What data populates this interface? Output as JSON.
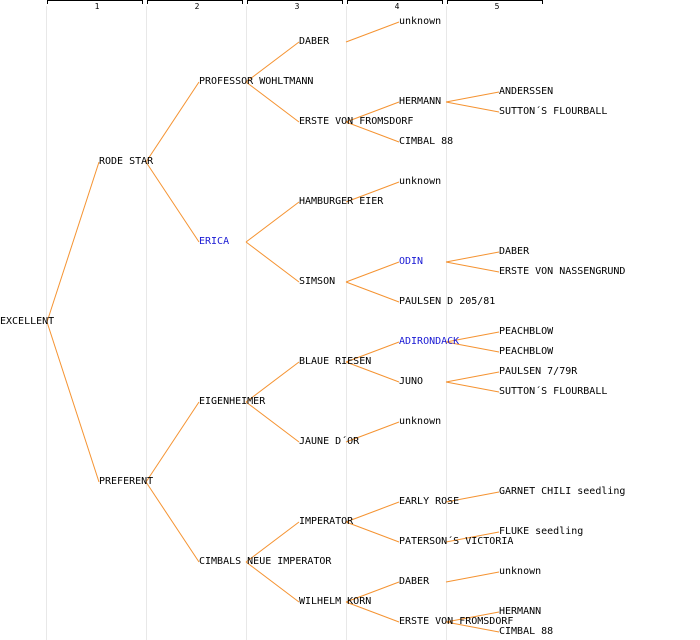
{
  "columns": [
    "1",
    "2",
    "3",
    "4",
    "5"
  ],
  "tree": {
    "name": "EXCELLENT",
    "children": [
      {
        "name": "RODE STAR",
        "children": [
          {
            "name": "PROFESSOR WOHLTMANN",
            "children": [
              {
                "name": "DABER",
                "children": [
                  {
                    "name": "unknown"
                  }
                ]
              },
              {
                "name": "ERSTE VON FROMSDORF",
                "children": [
                  {
                    "name": "HERMANN",
                    "children": [
                      {
                        "name": "ANDERSSEN"
                      },
                      {
                        "name": "SUTTON´S FLOURBALL"
                      }
                    ]
                  },
                  {
                    "name": "CIMBAL 88"
                  }
                ]
              }
            ]
          },
          {
            "name": "ERICA",
            "highlight": true,
            "children": [
              {
                "name": "HAMBURGER EIER",
                "children": [
                  {
                    "name": "unknown"
                  }
                ]
              },
              {
                "name": "SIMSON",
                "children": [
                  {
                    "name": "ODIN",
                    "highlight": true,
                    "children": [
                      {
                        "name": "DABER"
                      },
                      {
                        "name": "ERSTE VON NASSENGRUND"
                      }
                    ]
                  },
                  {
                    "name": "PAULSEN D 205/81"
                  }
                ]
              }
            ]
          }
        ]
      },
      {
        "name": "PREFERENT",
        "children": [
          {
            "name": "EIGENHEIMER",
            "children": [
              {
                "name": "BLAUE RIESEN",
                "children": [
                  {
                    "name": "ADIRONDACK",
                    "highlight": true,
                    "children": [
                      {
                        "name": "PEACHBLOW"
                      },
                      {
                        "name": "PEACHBLOW"
                      }
                    ]
                  },
                  {
                    "name": "JUNO",
                    "children": [
                      {
                        "name": "PAULSEN 7/79R"
                      },
                      {
                        "name": "SUTTON´S FLOURBALL"
                      }
                    ]
                  }
                ]
              },
              {
                "name": "JAUNE D´OR",
                "children": [
                  {
                    "name": "unknown"
                  }
                ]
              }
            ]
          },
          {
            "name": "CIMBALS NEUE IMPERATOR",
            "children": [
              {
                "name": "IMPERATOR",
                "children": [
                  {
                    "name": "EARLY ROSE",
                    "children": [
                      {
                        "name": "GARNET CHILI seedling"
                      }
                    ]
                  },
                  {
                    "name": "PATERSON´S VICTORIA",
                    "children": [
                      {
                        "name": "FLUKE seedling"
                      }
                    ]
                  }
                ]
              },
              {
                "name": "WILHELM KORN",
                "children": [
                  {
                    "name": "DABER",
                    "children": [
                      {
                        "name": "unknown"
                      }
                    ]
                  },
                  {
                    "name": "ERSTE VON FROMSDORF",
                    "children": [
                      {
                        "name": "HERMANN"
                      },
                      {
                        "name": "CIMBAL 88"
                      }
                    ]
                  }
                ]
              }
            ]
          }
        ]
      }
    ]
  },
  "colors": {
    "edge": "#f59331",
    "highlight": "#1a1ad4",
    "text": "#000000"
  }
}
